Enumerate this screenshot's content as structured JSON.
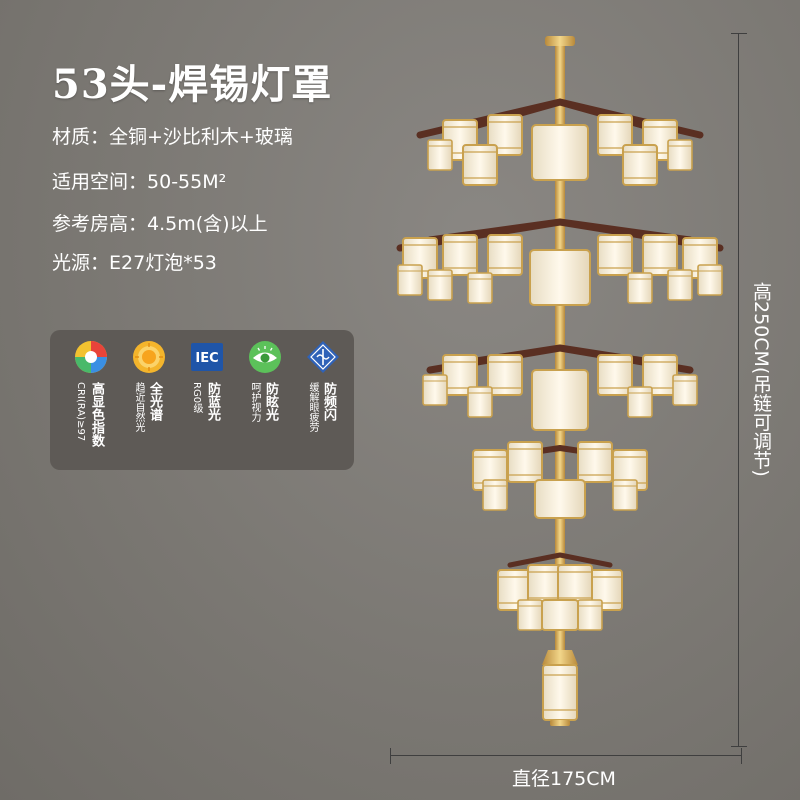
{
  "title": "53头-焊锡灯罩",
  "specs": [
    {
      "key": "材质：",
      "value": "全铜+沙比利木+玻璃"
    },
    {
      "key": "适用空间：",
      "value": "50-55M²"
    },
    {
      "key": "参考房高：",
      "value": "4.5m(含)以上"
    },
    {
      "key": "光源：",
      "value": "E27灯泡*53"
    }
  ],
  "features": [
    {
      "icon": "color-index-icon",
      "main": "高显色指数",
      "sub": "CRI(RA)≥97"
    },
    {
      "icon": "full-spectrum-sun-icon",
      "main": "全光谱",
      "sub": "趋近自然光"
    },
    {
      "icon": "iec-badge-icon",
      "badge": "IEC",
      "main": "防蓝光",
      "sub": "RG0级"
    },
    {
      "icon": "eye-protection-icon",
      "main": "防眩光",
      "sub": "呵护视力"
    },
    {
      "icon": "anti-flicker-icon",
      "main": "防频闪",
      "sub": "缓解眼疲劳"
    }
  ],
  "dimensions": {
    "height_label": "高250CM(吊链可调节)",
    "width_label": "直径175CM"
  },
  "colors": {
    "background": "#7b7873",
    "panel": "#5e5a56",
    "gold": "#d8b25c",
    "wood": "#5a2f22",
    "glass": "#f3ead6"
  }
}
